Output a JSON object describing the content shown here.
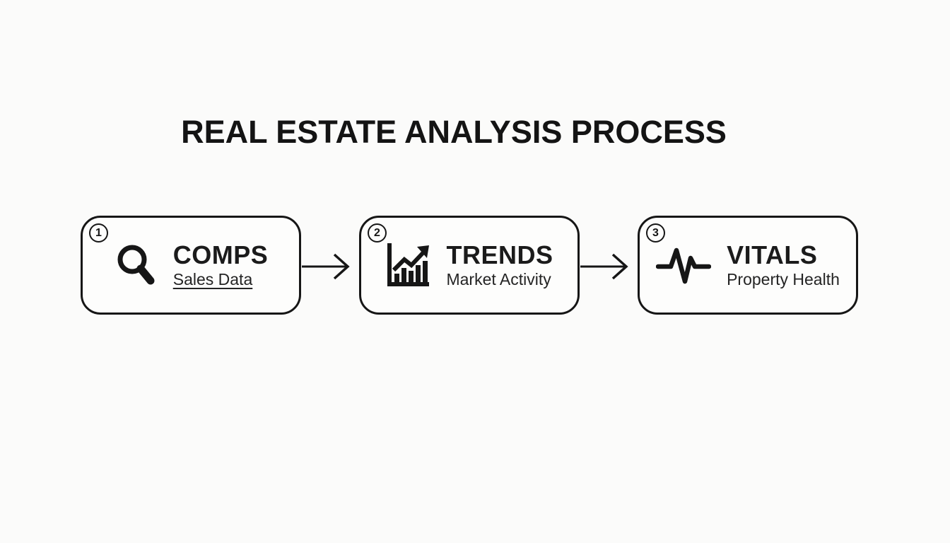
{
  "colors": {
    "background": "#fbfbfa",
    "ink": "#161616",
    "box_fill": "#fdfdfc"
  },
  "title": "REAL ESTATE ANALYSIS PROCESS",
  "steps": [
    {
      "number": "1",
      "label": "COMPS",
      "sublabel": "Sales Data",
      "icon": "search-icon"
    },
    {
      "number": "2",
      "label": "TRENDS",
      "sublabel": "Market Activity",
      "icon": "bar-chart-icon"
    },
    {
      "number": "3",
      "label": "VITALS",
      "sublabel": "Property Health",
      "icon": "pulse-icon"
    }
  ],
  "connectors": [
    {
      "icon": "arrow-right-icon"
    },
    {
      "icon": "arrow-right-icon"
    }
  ]
}
